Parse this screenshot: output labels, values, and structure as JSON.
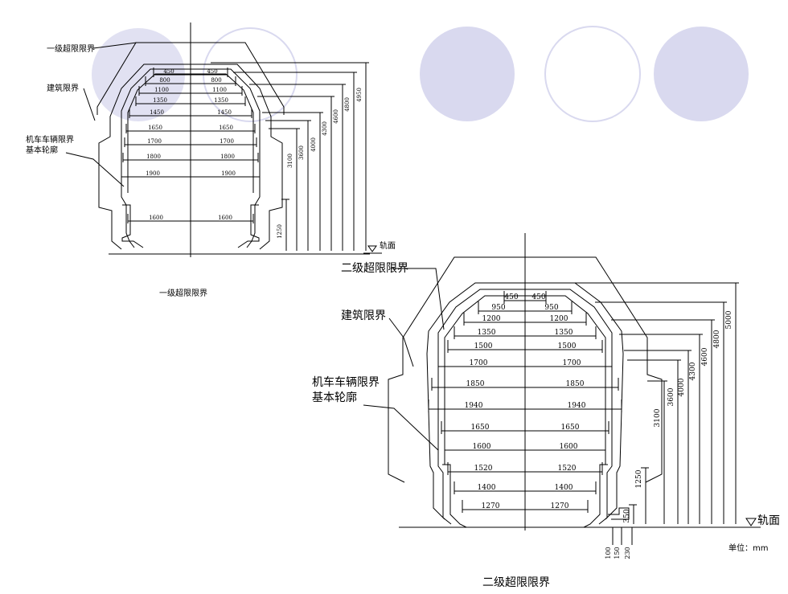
{
  "deco": {
    "circle_fill": "#d9d9ef",
    "circle_stroke": "#d9d9ef"
  },
  "level1": {
    "caption": "一级超限限界",
    "label_overlimit": "一级超限限界",
    "label_building": "建筑限界",
    "label_vehicle_line1": "机车车辆限界",
    "label_vehicle_line2": "基本轮廓",
    "rail_label": "轨面",
    "widths": [
      {
        "left": "450",
        "right": "450"
      },
      {
        "left": "800",
        "right": "800"
      },
      {
        "left": "1100",
        "right": "1100"
      },
      {
        "left": "1350",
        "right": "1350"
      },
      {
        "left": "1450",
        "right": "1450"
      },
      {
        "left": "1650",
        "right": "1650"
      },
      {
        "left": "1700",
        "right": "1700"
      },
      {
        "left": "1800",
        "right": "1800"
      },
      {
        "left": "1900",
        "right": "1900"
      },
      {
        "left": "1600",
        "right": "1600"
      }
    ],
    "heights": [
      "1250",
      "3100",
      "3600",
      "4000",
      "4300",
      "4600",
      "4800",
      "4950"
    ]
  },
  "level2": {
    "caption": "二级超限限界",
    "label_overlimit": "二级超限限界",
    "label_building": "建筑限界",
    "label_vehicle_line1": "机车车辆限界",
    "label_vehicle_line2": "基本轮廓",
    "rail_label": "轨面",
    "unit_label": "单位：mm",
    "widths": [
      {
        "left": "450",
        "right": "450"
      },
      {
        "left": "950",
        "right": "950"
      },
      {
        "left": "1200",
        "right": "1200"
      },
      {
        "left": "1350",
        "right": "1350"
      },
      {
        "left": "1500",
        "right": "1500"
      },
      {
        "left": "1700",
        "right": "1700"
      },
      {
        "left": "1850",
        "right": "1850"
      },
      {
        "left": "1940",
        "right": "1940"
      },
      {
        "left": "1650",
        "right": "1650"
      },
      {
        "left": "1600",
        "right": "1600"
      },
      {
        "left": "1520",
        "right": "1520"
      },
      {
        "left": "1400",
        "right": "1400"
      },
      {
        "left": "1270",
        "right": "1270"
      }
    ],
    "heights": [
      "350",
      "1250",
      "3100",
      "3600",
      "4000",
      "4300",
      "4600",
      "4800",
      "5000"
    ],
    "small_heights": [
      "100",
      "150",
      "230"
    ]
  }
}
